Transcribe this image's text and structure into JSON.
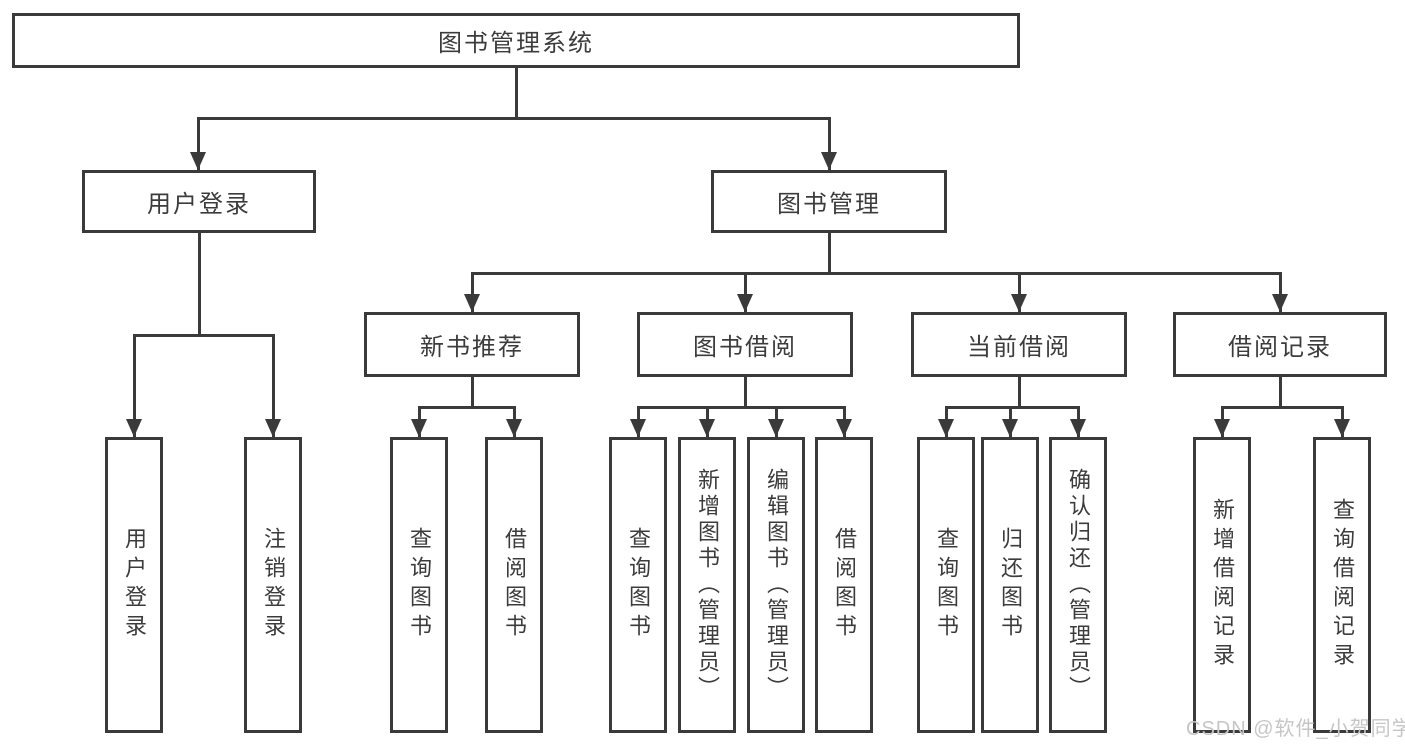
{
  "diagram": {
    "root": {
      "label": "图书管理系统"
    },
    "level2": [
      {
        "label": "用户登录",
        "parent": "图书管理系统"
      },
      {
        "label": "图书管理",
        "parent": "图书管理系统"
      }
    ],
    "level3": [
      {
        "label": "新书推荐",
        "parent": "图书管理"
      },
      {
        "label": "图书借阅",
        "parent": "图书管理"
      },
      {
        "label": "当前借阅",
        "parent": "图书管理"
      },
      {
        "label": "借阅记录",
        "parent": "图书管理"
      }
    ],
    "leaves": [
      {
        "label": "用户登录",
        "parent": "用户登录"
      },
      {
        "label": "注销登录",
        "parent": "用户登录"
      },
      {
        "label": "查询图书",
        "parent": "新书推荐"
      },
      {
        "label": "借阅图书",
        "parent": "新书推荐"
      },
      {
        "label": "查询图书",
        "parent": "图书借阅"
      },
      {
        "label": "新增图书（管理员）",
        "parent": "图书借阅"
      },
      {
        "label": "编辑图书（管理员）",
        "parent": "图书借阅"
      },
      {
        "label": "借阅图书",
        "parent": "图书借阅"
      },
      {
        "label": "查询图书",
        "parent": "当前借阅"
      },
      {
        "label": "归还图书",
        "parent": "当前借阅"
      },
      {
        "label": "确认归还（管理员）",
        "parent": "当前借阅"
      },
      {
        "label": "新增借阅记录",
        "parent": "借阅记录"
      },
      {
        "label": "查询借阅记录",
        "parent": "借阅记录"
      }
    ]
  },
  "watermark": {
    "text": "CSDN @软件_小贺同学"
  },
  "colors": {
    "line": "#3a3a3a",
    "text": "#3c3c3c",
    "background": "#ffffff",
    "watermark": "#c6c6c6"
  }
}
